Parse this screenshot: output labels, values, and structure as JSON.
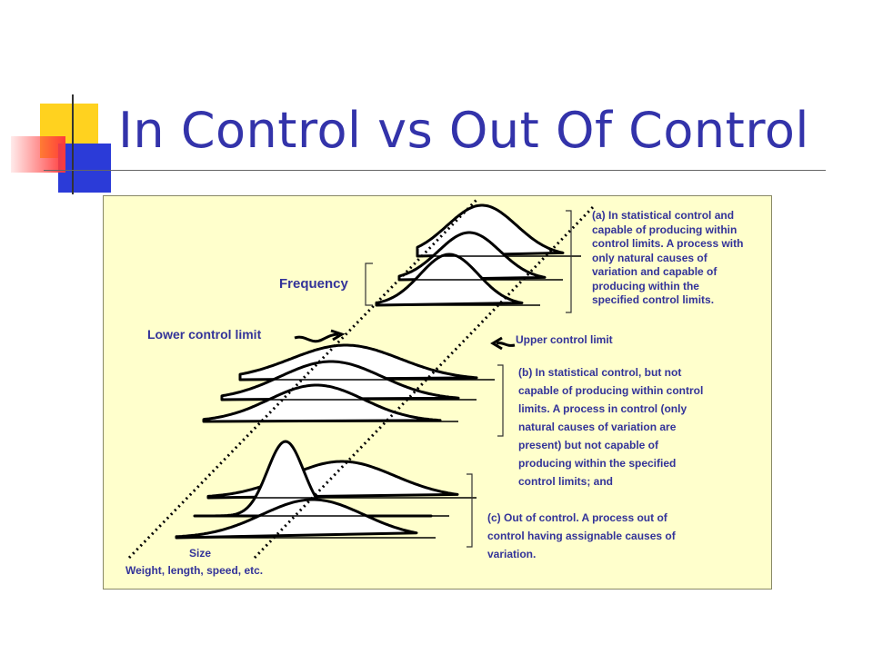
{
  "slide": {
    "title": "In Control vs Out Of Control"
  },
  "diagram": {
    "labels": {
      "frequency": "Frequency",
      "lower_control_limit": "Lower control limit",
      "upper_control_limit": "Upper control limit",
      "size": "Size",
      "size_units": "Weight, length, speed, etc."
    },
    "captions": {
      "a": "(a) In statistical control and\ncapable of producing within\ncontrol limits.  A process with\nonly natural causes of\nvariation and capable of\nproducing within the\nspecified control limits.",
      "b": "(b) In statistical control, but not\ncapable of producing within control\nlimits.  A process in control (only\nnatural causes of variation are\npresent) but not capable of\nproducing within the specified\ncontrol limits; and",
      "c": "(c) Out of control.   A process out of\ncontrol having assignable causes of\nvariation."
    },
    "colors": {
      "title": "#3333aa",
      "panel_background": "#ffffcc",
      "label_text": "#333399",
      "curves": "#000000"
    }
  }
}
